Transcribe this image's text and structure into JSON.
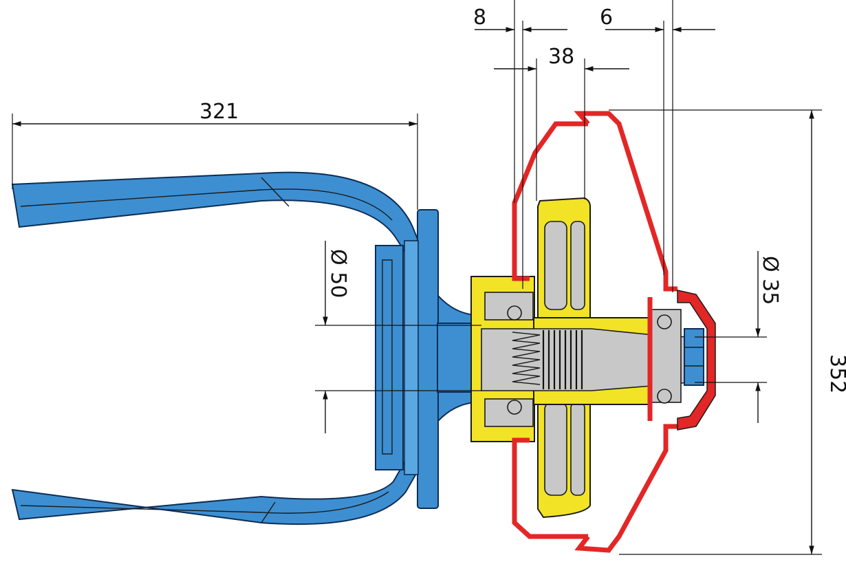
{
  "figure": {
    "dimensions": {
      "blade_span": "321",
      "gap_left": "8",
      "gap_right": "6",
      "hub_width": "38",
      "shaft_diameter_left": "Ø 50",
      "shaft_diameter_right": "Ø 35",
      "housing_height": "352"
    },
    "colors": {
      "blade_holder": "#3d8fd1",
      "hub": "#f2e326",
      "cover": "#e32626",
      "shaft": "#c8c8c8"
    }
  }
}
